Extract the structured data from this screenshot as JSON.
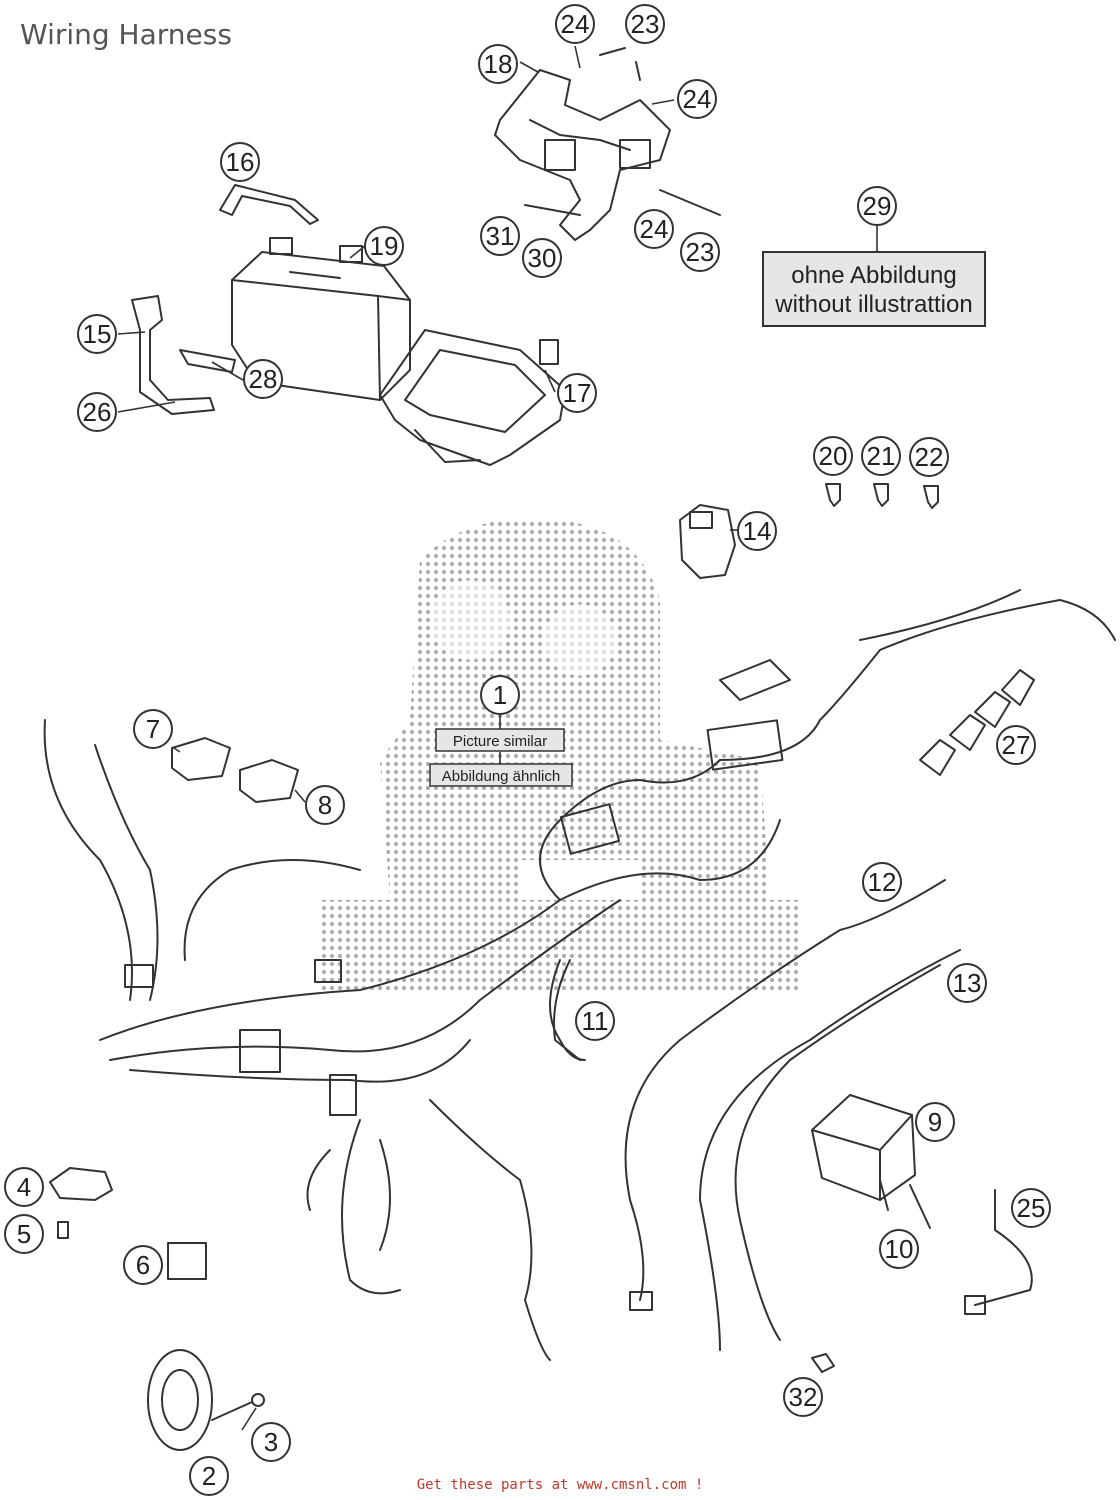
{
  "title": "Wiring Harness",
  "footer": "Get these parts at www.cmsnl.com  !",
  "note_box": {
    "line1": "ohne Abbildung",
    "line2": "without illustrattion"
  },
  "main_labels": {
    "en": "Picture similar",
    "de": "Abbildung ähnlich"
  },
  "callouts": [
    "1",
    "2",
    "3",
    "4",
    "5",
    "6",
    "7",
    "8",
    "9",
    "10",
    "11",
    "12",
    "13",
    "14",
    "15",
    "16",
    "17",
    "18",
    "19",
    "20",
    "21",
    "22",
    "23",
    "23",
    "24",
    "24",
    "24",
    "25",
    "26",
    "27",
    "28",
    "29",
    "30",
    "31",
    "32"
  ],
  "colors": {
    "line": "#333333",
    "watermark": "#9a9a9a",
    "footer": "#c0392b",
    "note_fill": "#e6e6e6"
  }
}
